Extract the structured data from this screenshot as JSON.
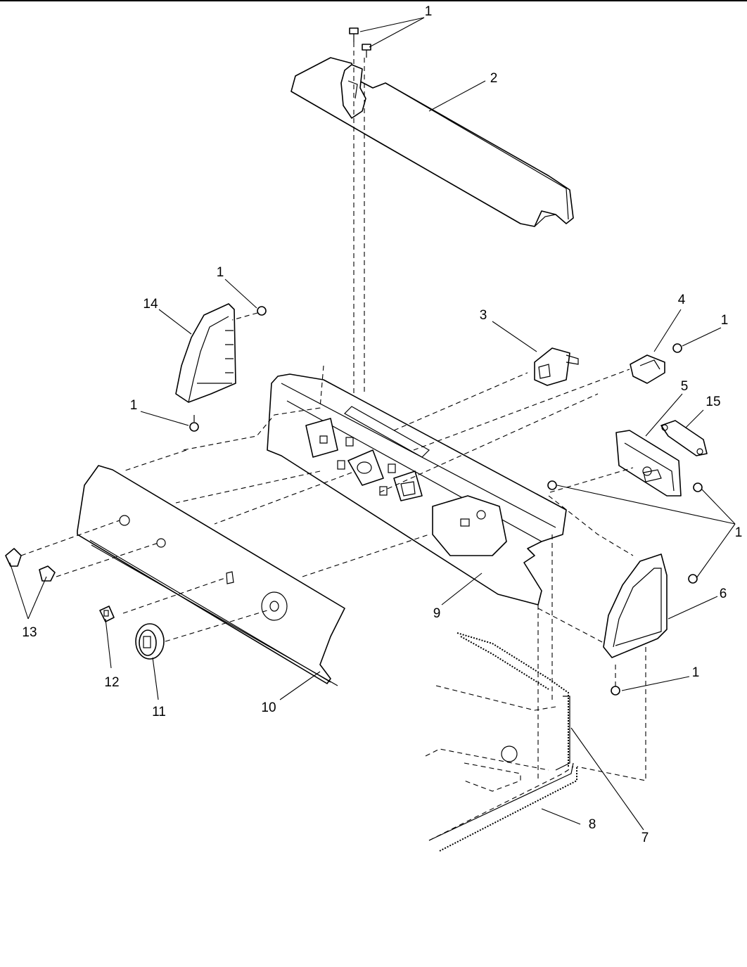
{
  "callouts": [
    {
      "id": "c1a",
      "label": "1"
    },
    {
      "id": "c2",
      "label": "2"
    },
    {
      "id": "c1b",
      "label": "1"
    },
    {
      "id": "c14",
      "label": "14"
    },
    {
      "id": "c3",
      "label": "3"
    },
    {
      "id": "c4",
      "label": "4"
    },
    {
      "id": "c1c",
      "label": "1"
    },
    {
      "id": "c1d",
      "label": "1"
    },
    {
      "id": "c5",
      "label": "5"
    },
    {
      "id": "c15",
      "label": "15"
    },
    {
      "id": "c1e",
      "label": "1"
    },
    {
      "id": "c6",
      "label": "6"
    },
    {
      "id": "c9",
      "label": "9"
    },
    {
      "id": "c13",
      "label": "13"
    },
    {
      "id": "c12",
      "label": "12"
    },
    {
      "id": "c11",
      "label": "11"
    },
    {
      "id": "c10",
      "label": "10"
    },
    {
      "id": "c1f",
      "label": "1"
    },
    {
      "id": "c8",
      "label": "8"
    },
    {
      "id": "c7",
      "label": "7"
    }
  ]
}
